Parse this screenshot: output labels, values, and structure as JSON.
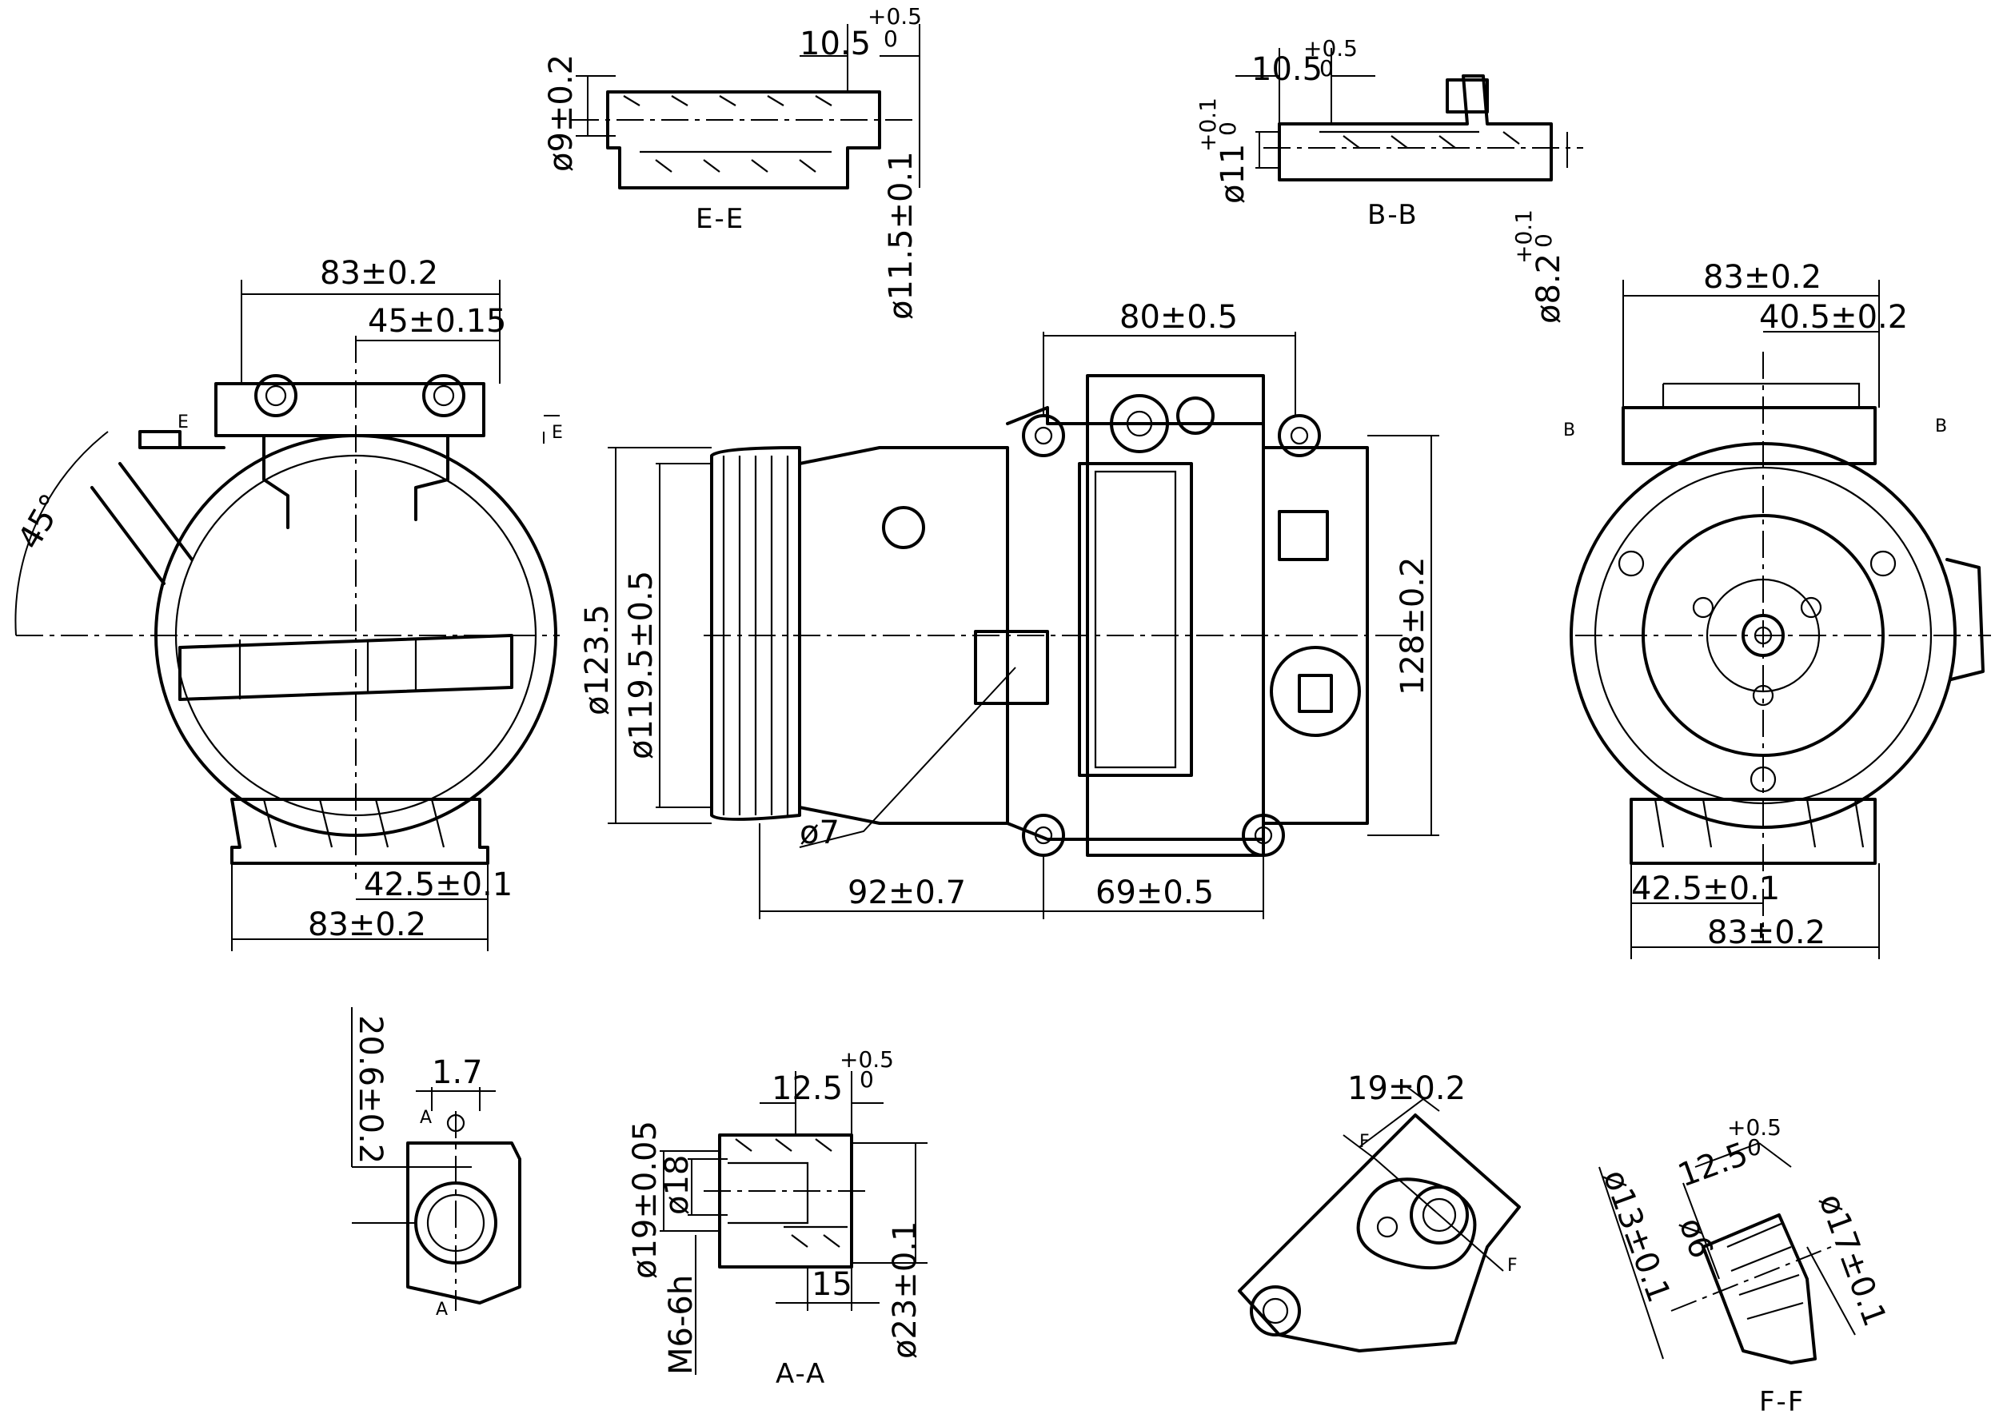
{
  "sections": {
    "ee": "E-E",
    "bb": "B-B",
    "aa": "A-A",
    "ff": "F-F"
  },
  "markers": {
    "e": "E",
    "b": "B",
    "a": "A",
    "f": "F"
  },
  "dims": {
    "ee_width": "10.5",
    "ee_tol_upper": "+0.5",
    "ee_tol_lower": "0",
    "ee_hole": "ø9±0.2",
    "ee_bore": "ø11.5±0.1",
    "bb_width": "10.5",
    "bb_tol_upper": "+0.5",
    "bb_tol_lower": "0",
    "bb_hole": "ø11",
    "bb_hole_tol_upper": "+0.1",
    "bb_hole_tol_lower": "0",
    "bb_bore": "ø8.2",
    "bb_bore_tol_upper": "+0.1",
    "bb_bore_tol_lower": "0",
    "left_top_width": "83±0.2",
    "left_top_offset": "45±0.15",
    "left_angle": "45°",
    "left_bottom_offset": "42.5±0.1",
    "left_bottom_width": "83±0.2",
    "center_top": "80±0.5",
    "center_pulley_dia": "ø123.5",
    "center_pulley_groove": "ø119.5±0.5",
    "center_height": "128±0.2",
    "center_hole": "ø7",
    "center_bottom_left": "92±0.7",
    "center_bottom_right": "69±0.5",
    "right_top_width": "83±0.2",
    "right_top_offset": "40.5±0.2",
    "right_bottom_offset": "42.5±0.1",
    "right_bottom_width": "83±0.2",
    "port_height": "20.6±0.2",
    "port_wall": "1.7",
    "aa_width": "12.5",
    "aa_tol_upper": "+0.5",
    "aa_tol_lower": "0",
    "aa_outer": "ø19±0.05",
    "aa_inner": "ø18",
    "aa_thread": "M6-6h",
    "aa_depth": "15",
    "aa_bore": "ø23±0.1",
    "f_width": "19±0.2",
    "ff_width": "12.5",
    "ff_tol_upper": "+0.5",
    "ff_tol_lower": "0",
    "ff_left": "ø13±0.1",
    "ff_mid": "ø6",
    "ff_right": "ø17±0.1"
  }
}
